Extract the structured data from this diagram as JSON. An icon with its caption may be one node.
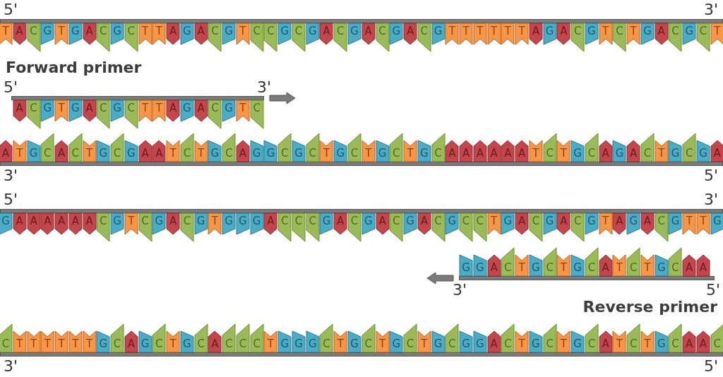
{
  "diagram": {
    "nodes": [
      {
        "text": [
          "5'",
          "3'"
        ]
      },
      {
        "text": [
          "T"
        ]
      },
      {
        "text": [
          "A"
        ]
      },
      {
        "text": [
          "C"
        ]
      },
      {
        "text": [
          "G"
        ]
      },
      {
        "text": [
          "T"
        ]
      },
      {
        "text": [
          "G"
        ]
      },
      {
        "text": [
          "A"
        ]
      },
      {
        "text": [
          "C"
        ]
      },
      {
        "text": [
          "G"
        ]
      },
      {
        "text": [
          "C"
        ]
      },
      {
        "text": [
          "T"
        ]
      },
      {
        "text": [
          "T"
        ]
      },
      {
        "text": [
          "A"
        ]
      },
      {
        "text": [
          "G"
        ]
      },
      {
        "text": [
          "A"
        ]
      },
      {
        "text": [
          "C"
        ]
      },
      {
        "text": [
          "G"
        ]
      },
      {
        "text": [
          "T"
        ]
      },
      {
        "text": [
          "C"
        ]
      },
      {
        "text": [
          "C"
        ]
      },
      {
        "text": [
          "G"
        ]
      },
      {
        "text": [
          "C"
        ]
      },
      {
        "text": [
          "G"
        ]
      },
      {
        "text": [
          "A"
        ]
      },
      {
        "text": [
          "C"
        ]
      },
      {
        "text": [
          "G"
        ]
      },
      {
        "text": [
          "A"
        ]
      },
      {
        "text": [
          "C"
        ]
      },
      {
        "text": [
          "G"
        ]
      },
      {
        "text": [
          "A"
        ]
      },
      {
        "text": [
          "C"
        ]
      },
      {
        "text": [
          "G"
        ]
      },
      {
        "text": [
          "T"
        ]
      },
      {
        "text": [
          "T"
        ]
      },
      {
        "text": [
          "T"
        ]
      },
      {
        "text": [
          "T"
        ]
      },
      {
        "text": [
          "T"
        ]
      },
      {
        "text": [
          "T"
        ]
      },
      {
        "text": [
          "A"
        ]
      },
      {
        "text": [
          "G"
        ]
      },
      {
        "text": [
          "A"
        ]
      },
      {
        "text": [
          "C"
        ]
      },
      {
        "text": [
          "G"
        ]
      },
      {
        "text": [
          "T"
        ]
      },
      {
        "text": [
          "C"
        ]
      },
      {
        "text": [
          "T"
        ]
      },
      {
        "text": [
          "G"
        ]
      },
      {
        "text": [
          "A"
        ]
      },
      {
        "text": [
          "C"
        ]
      },
      {
        "text": [
          "G"
        ]
      },
      {
        "text": [
          "C"
        ]
      },
      {
        "text": [
          "T"
        ]
      },
      {
        "text": [
          "5'",
          "3'"
        ]
      },
      {
        "text": [
          "A"
        ]
      },
      {
        "text": [
          "C"
        ]
      },
      {
        "text": [
          "G"
        ]
      },
      {
        "text": [
          "T"
        ]
      },
      {
        "text": [
          "G"
        ]
      },
      {
        "text": [
          "A"
        ]
      },
      {
        "text": [
          "C"
        ]
      },
      {
        "text": [
          "G"
        ]
      },
      {
        "text": [
          "C"
        ]
      },
      {
        "text": [
          "T"
        ]
      },
      {
        "text": [
          "T"
        ]
      },
      {
        "text": [
          "A"
        ]
      },
      {
        "text": [
          "G"
        ]
      },
      {
        "text": [
          "A"
        ]
      },
      {
        "text": [
          "C"
        ]
      },
      {
        "text": [
          "G"
        ]
      },
      {
        "text": [
          "T"
        ]
      },
      {
        "text": [
          "C"
        ]
      },
      {
        "text": [
          "3'",
          "5'"
        ]
      },
      {
        "text": [
          "A"
        ]
      },
      {
        "text": [
          "T"
        ]
      },
      {
        "text": [
          "G"
        ]
      },
      {
        "text": [
          "C"
        ]
      },
      {
        "text": [
          "A"
        ]
      },
      {
        "text": [
          "C"
        ]
      },
      {
        "text": [
          "T"
        ]
      },
      {
        "text": [
          "G"
        ]
      },
      {
        "text": [
          "C"
        ]
      },
      {
        "text": [
          "G"
        ]
      },
      {
        "text": [
          "A"
        ]
      },
      {
        "text": [
          "A"
        ]
      },
      {
        "text": [
          "T"
        ]
      },
      {
        "text": [
          "C"
        ]
      },
      {
        "text": [
          "T"
        ]
      },
      {
        "text": [
          "G"
        ]
      },
      {
        "text": [
          "C"
        ]
      },
      {
        "text": [
          "A"
        ]
      },
      {
        "text": [
          "G"
        ]
      },
      {
        "text": [
          "G"
        ]
      },
      {
        "text": [
          "C"
        ]
      },
      {
        "text": [
          "G"
        ]
      },
      {
        "text": [
          "C"
        ]
      },
      {
        "text": [
          "T"
        ]
      },
      {
        "text": [
          "G"
        ]
      },
      {
        "text": [
          "C"
        ]
      },
      {
        "text": [
          "T"
        ]
      },
      {
        "text": [
          "G"
        ]
      },
      {
        "text": [
          "C"
        ]
      },
      {
        "text": [
          "T"
        ]
      },
      {
        "text": [
          "G"
        ]
      },
      {
        "text": [
          "C"
        ]
      },
      {
        "text": [
          "A"
        ]
      },
      {
        "text": [
          "A"
        ]
      },
      {
        "text": [
          "A"
        ]
      },
      {
        "text": [
          "A"
        ]
      },
      {
        "text": [
          "A"
        ]
      },
      {
        "text": [
          "A"
        ]
      },
      {
        "text": [
          "T"
        ]
      },
      {
        "text": [
          "C"
        ]
      },
      {
        "text": [
          "T"
        ]
      },
      {
        "text": [
          "G"
        ]
      },
      {
        "text": [
          "C"
        ]
      },
      {
        "text": [
          "A"
        ]
      },
      {
        "text": [
          "G"
        ]
      },
      {
        "text": [
          "A"
        ]
      },
      {
        "text": [
          "C"
        ]
      },
      {
        "text": [
          "T"
        ]
      },
      {
        "text": [
          "G"
        ]
      },
      {
        "text": [
          "C"
        ]
      },
      {
        "text": [
          "G"
        ]
      },
      {
        "text": [
          "A"
        ]
      },
      {
        "text": [
          "5'",
          "3'"
        ]
      },
      {
        "text": [
          "G"
        ]
      },
      {
        "text": [
          "A"
        ]
      },
      {
        "text": [
          "A"
        ]
      },
      {
        "text": [
          "A"
        ]
      },
      {
        "text": [
          "A"
        ]
      },
      {
        "text": [
          "A"
        ]
      },
      {
        "text": [
          "A"
        ]
      },
      {
        "text": [
          "C"
        ]
      },
      {
        "text": [
          "G"
        ]
      },
      {
        "text": [
          "T"
        ]
      },
      {
        "text": [
          "C"
        ]
      },
      {
        "text": [
          "G"
        ]
      },
      {
        "text": [
          "A"
        ]
      },
      {
        "text": [
          "C"
        ]
      },
      {
        "text": [
          "G"
        ]
      },
      {
        "text": [
          "T"
        ]
      },
      {
        "text": [
          "G"
        ]
      },
      {
        "text": [
          "G"
        ]
      },
      {
        "text": [
          "G"
        ]
      },
      {
        "text": [
          "A"
        ]
      },
      {
        "text": [
          "C"
        ]
      },
      {
        "text": [
          "C"
        ]
      },
      {
        "text": [
          "C"
        ]
      },
      {
        "text": [
          "G"
        ]
      },
      {
        "text": [
          "A"
        ]
      },
      {
        "text": [
          "C"
        ]
      },
      {
        "text": [
          "G"
        ]
      },
      {
        "text": [
          "A"
        ]
      },
      {
        "text": [
          "C"
        ]
      },
      {
        "text": [
          "G"
        ]
      },
      {
        "text": [
          "A"
        ]
      },
      {
        "text": [
          "C"
        ]
      },
      {
        "text": [
          "G"
        ]
      },
      {
        "text": [
          "C"
        ]
      },
      {
        "text": [
          "C"
        ]
      },
      {
        "text": [
          "T"
        ]
      },
      {
        "text": [
          "G"
        ]
      },
      {
        "text": [
          "A"
        ]
      },
      {
        "text": [
          "C"
        ]
      },
      {
        "text": [
          "G"
        ]
      },
      {
        "text": [
          "A"
        ]
      },
      {
        "text": [
          "C"
        ]
      },
      {
        "text": [
          "G"
        ]
      },
      {
        "text": [
          "T"
        ]
      },
      {
        "text": [
          "A"
        ]
      },
      {
        "text": [
          "G"
        ]
      },
      {
        "text": [
          "A"
        ]
      },
      {
        "text": [
          "C"
        ]
      },
      {
        "text": [
          "G"
        ]
      },
      {
        "text": [
          "T"
        ]
      },
      {
        "text": [
          "T"
        ]
      },
      {
        "text": [
          "G"
        ]
      },
      {
        "text": [
          "3'",
          "5'"
        ]
      },
      {
        "text": [
          "G"
        ]
      },
      {
        "text": [
          "G"
        ]
      },
      {
        "text": [
          "A"
        ]
      },
      {
        "text": [
          "C"
        ]
      },
      {
        "text": [
          "T"
        ]
      },
      {
        "text": [
          "G"
        ]
      },
      {
        "text": [
          "C"
        ]
      },
      {
        "text": [
          "T"
        ]
      },
      {
        "text": [
          "G"
        ]
      },
      {
        "text": [
          "C"
        ]
      },
      {
        "text": [
          "A"
        ]
      },
      {
        "text": [
          "T"
        ]
      },
      {
        "text": [
          "C"
        ]
      },
      {
        "text": [
          "T"
        ]
      },
      {
        "text": [
          "G"
        ]
      },
      {
        "text": [
          "C"
        ]
      },
      {
        "text": [
          "A"
        ]
      },
      {
        "text": [
          "A"
        ]
      },
      {
        "text": [
          "3'",
          "5'"
        ]
      },
      {
        "text": [
          "C"
        ]
      },
      {
        "text": [
          "T"
        ]
      },
      {
        "text": [
          "T"
        ]
      },
      {
        "text": [
          "T"
        ]
      },
      {
        "text": [
          "T"
        ]
      },
      {
        "text": [
          "T"
        ]
      },
      {
        "text": [
          "T"
        ]
      },
      {
        "text": [
          "G"
        ]
      },
      {
        "text": [
          "C"
        ]
      },
      {
        "text": [
          "A"
        ]
      },
      {
        "text": [
          "G"
        ]
      },
      {
        "text": [
          "C"
        ]
      },
      {
        "text": [
          "T"
        ]
      },
      {
        "text": [
          "G"
        ]
      },
      {
        "text": [
          "C"
        ]
      },
      {
        "text": [
          "A"
        ]
      },
      {
        "text": [
          "C"
        ]
      },
      {
        "text": [
          "C"
        ]
      },
      {
        "text": [
          "C"
        ]
      },
      {
        "text": [
          "T"
        ]
      },
      {
        "text": [
          "G"
        ]
      },
      {
        "text": [
          "G"
        ]
      },
      {
        "text": [
          "G"
        ]
      },
      {
        "text": [
          "C"
        ]
      },
      {
        "text": [
          "T"
        ]
      },
      {
        "text": [
          "G"
        ]
      },
      {
        "text": [
          "C"
        ]
      },
      {
        "text": [
          "T"
        ]
      },
      {
        "text": [
          "G"
        ]
      },
      {
        "text": [
          "C"
        ]
      },
      {
        "text": [
          "T"
        ]
      },
      {
        "text": [
          "G"
        ]
      },
      {
        "text": [
          "C"
        ]
      },
      {
        "text": [
          "G"
        ]
      },
      {
        "text": [
          "G"
        ]
      },
      {
        "text": [
          "A"
        ]
      },
      {
        "text": [
          "C"
        ]
      },
      {
        "text": [
          "T"
        ]
      },
      {
        "text": [
          "G"
        ]
      },
      {
        "text": [
          "C"
        ]
      },
      {
        "text": [
          "T"
        ]
      },
      {
        "text": [
          "G"
        ]
      },
      {
        "text": [
          "C"
        ]
      },
      {
        "text": [
          "A"
        ]
      },
      {
        "text": [
          "T"
        ]
      },
      {
        "text": [
          "C"
        ]
      },
      {
        "text": [
          "T"
        ]
      },
      {
        "text": [
          "G"
        ]
      },
      {
        "text": [
          "C"
        ]
      },
      {
        "text": [
          "A"
        ]
      },
      {
        "text": [
          "A"
        ]
      },
      {
        "text": [
          "C"
        ]
      }
    ],
    "labels": [
      "Forward primer",
      "Reverse primer"
    ]
  }
}
